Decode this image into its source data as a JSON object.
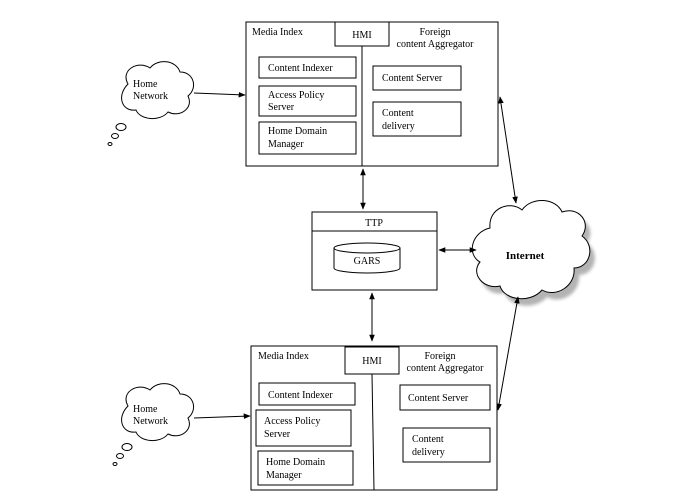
{
  "top_system": {
    "media_index_label": "Media Index",
    "hmi_label": "HMI",
    "aggregator_label_line1": "Foreign",
    "aggregator_label_line2": "content Aggregator",
    "content_indexer": "Content Indexer",
    "access_policy_line1": "Access Policy",
    "access_policy_line2": "Server",
    "home_domain_line1": "Home Domain",
    "home_domain_line2": "Manager",
    "content_server": "Content Server",
    "content_delivery_line1": "Content",
    "content_delivery_line2": "delivery"
  },
  "bottom_system": {
    "media_index_label": "Media Index",
    "hmi_label": "HMI",
    "aggregator_label_line1": "Foreign",
    "aggregator_label_line2": "content Aggregator",
    "content_indexer": "Content Indexer",
    "access_policy_line1": "Access Policy",
    "access_policy_line2": "Server",
    "home_domain_line1": "Home Domain",
    "home_domain_line2": "Manager",
    "content_server": "Content Server",
    "content_delivery_line1": "Content",
    "content_delivery_line2": "delivery"
  },
  "top_home_network": {
    "line1": "Home",
    "line2": "Network"
  },
  "bottom_home_network": {
    "line1": "Home",
    "line2": "Network"
  },
  "ttp": {
    "label": "TTP",
    "database_label": "GARS"
  },
  "internet": {
    "label": "Internet"
  }
}
